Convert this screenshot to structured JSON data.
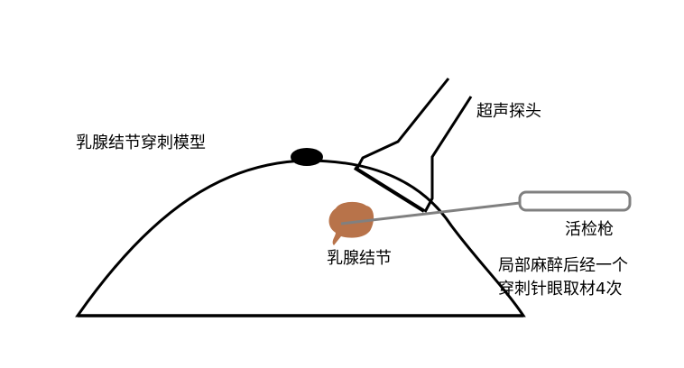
{
  "diagram": {
    "title": "乳腺结节穿刺模型",
    "labels": {
      "probe": "超声探头",
      "biopsy_gun": "活检枪",
      "nodule": "乳腺结节",
      "note_line1": "局部麻醉后经一个",
      "note_line2": "穿刺针眼取材4次"
    },
    "colors": {
      "outline": "#000000",
      "nodule": "#b8734a",
      "needle": "#808080",
      "background": "#ffffff"
    }
  }
}
